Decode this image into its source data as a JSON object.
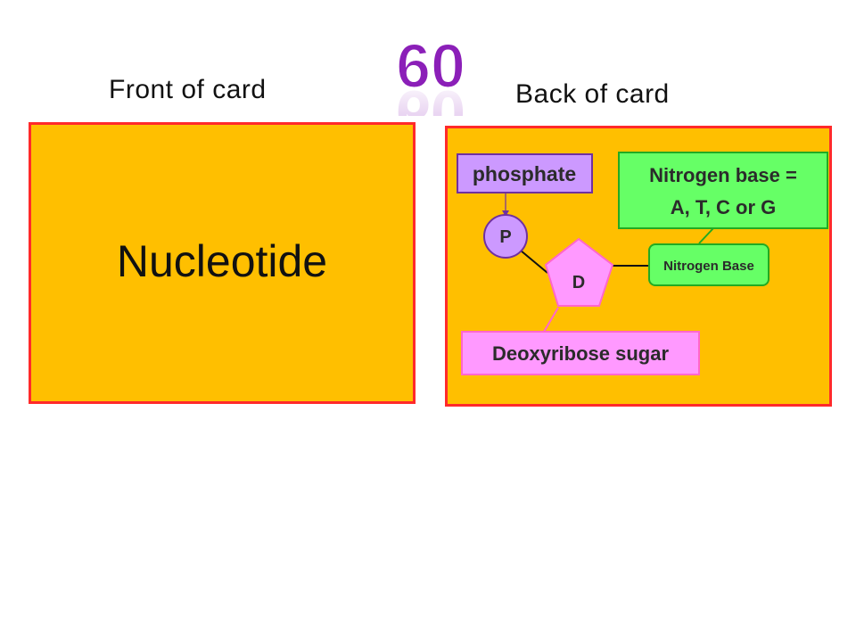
{
  "header": {
    "front_label": "Front of card",
    "back_label": "Back of card",
    "card_number": "60"
  },
  "front_card": {
    "term": "Nucleotide"
  },
  "back_card": {
    "phosphate_label": "phosphate",
    "p_symbol": "P",
    "d_symbol": "D",
    "nitrogen_base_box": "Nitrogen Base",
    "nitrogen_note_line1": "Nitrogen base =",
    "nitrogen_note_line2": "A, T, C or G",
    "sugar_label": "Deoxyribose sugar"
  },
  "colors": {
    "card_fill": "#FFBF00",
    "card_border": "#ff2a2a",
    "phosphate_fill": "#CC99FF",
    "sugar_fill": "#FF99FF",
    "nitrogen_fill": "#66FF66",
    "number_fill": "#8B1FB8"
  }
}
